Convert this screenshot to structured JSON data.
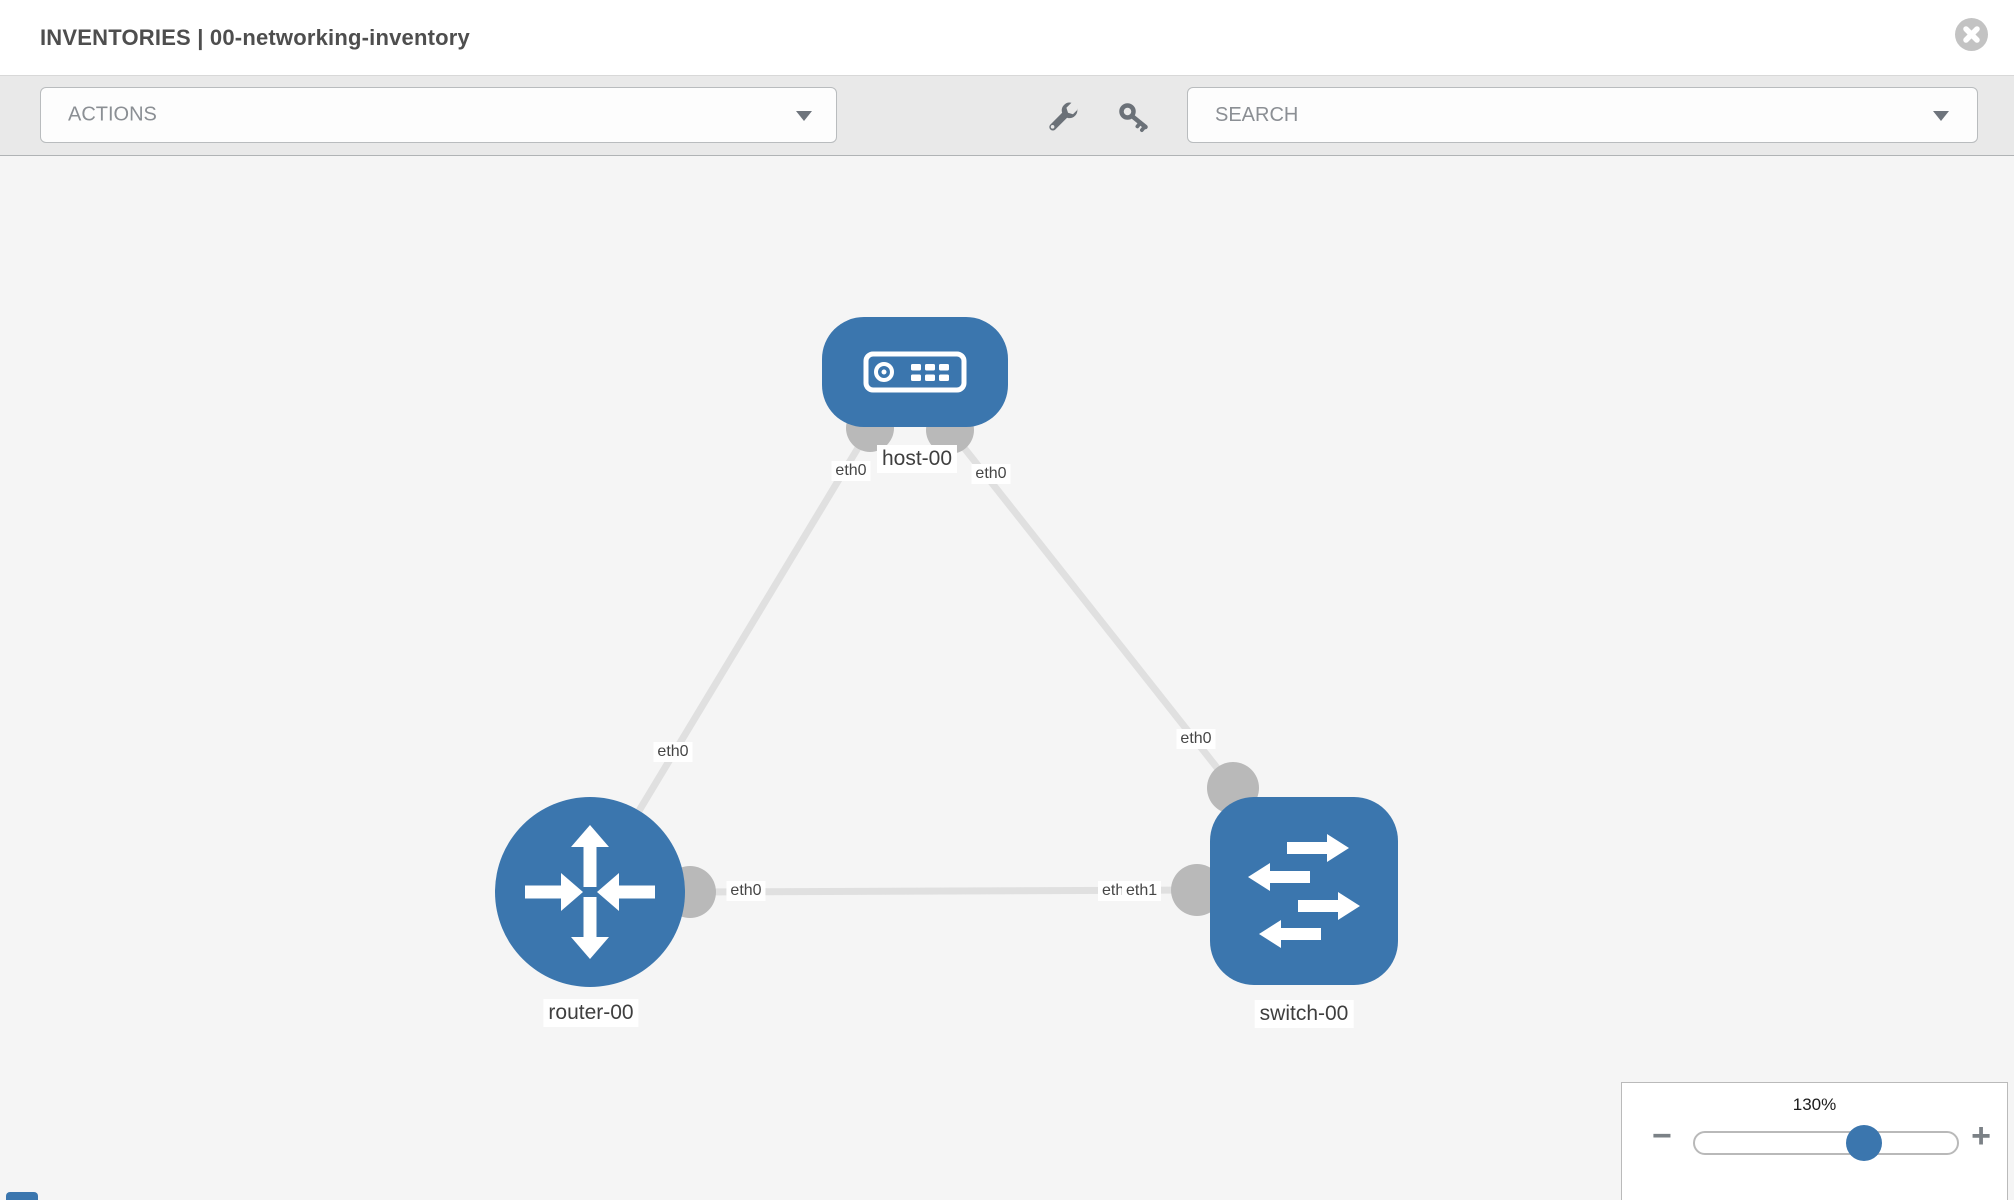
{
  "header": {
    "title": "INVENTORIES | 00-networking-inventory"
  },
  "toolbar": {
    "actions_label": "ACTIONS",
    "search_placeholder": "SEARCH"
  },
  "icons": {
    "close": "circle-x-icon",
    "wrench": "wrench-icon",
    "key": "key-icon",
    "actions_chevron": "chevron-down-icon",
    "search_chevron": "chevron-down-icon"
  },
  "diagram": {
    "nodes": [
      {
        "name": "host-00",
        "type": "host",
        "icon": "server-icon"
      },
      {
        "name": "router-00",
        "type": "router",
        "icon": "router-arrows-icon"
      },
      {
        "name": "switch-00",
        "type": "switch",
        "icon": "switch-arrows-icon"
      }
    ],
    "links": [
      {
        "from": "host-00",
        "to": "router-00"
      },
      {
        "from": "host-00",
        "to": "switch-00"
      },
      {
        "from": "router-00",
        "to": "switch-00"
      }
    ],
    "interface_labels": [
      {
        "link": "host-router",
        "end": "host",
        "text": "eth0"
      },
      {
        "link": "host-router",
        "end": "router",
        "text": "eth0"
      },
      {
        "link": "host-switch",
        "end": "host",
        "text": "eth0"
      },
      {
        "link": "host-switch",
        "end": "switch",
        "text": "eth0"
      },
      {
        "link": "router-switch",
        "end": "router",
        "text": "eth0"
      },
      {
        "link": "router-switch",
        "end": "switch-under",
        "text": "eth0"
      },
      {
        "link": "router-switch",
        "end": "switch",
        "text": "eth1"
      }
    ]
  },
  "zoom_panel": {
    "value_label": "130%",
    "minus_label": "−",
    "plus_label": "+",
    "slider_percent": 64
  },
  "colors": {
    "node_fill": "#3b76ae",
    "link_stroke": "#e0e0e0",
    "connector_fill": "#b9b9b9",
    "canvas_bg": "#f5f5f5",
    "toolbar_bg": "#e9e9e9",
    "accent_blue": "#3b76ae"
  }
}
